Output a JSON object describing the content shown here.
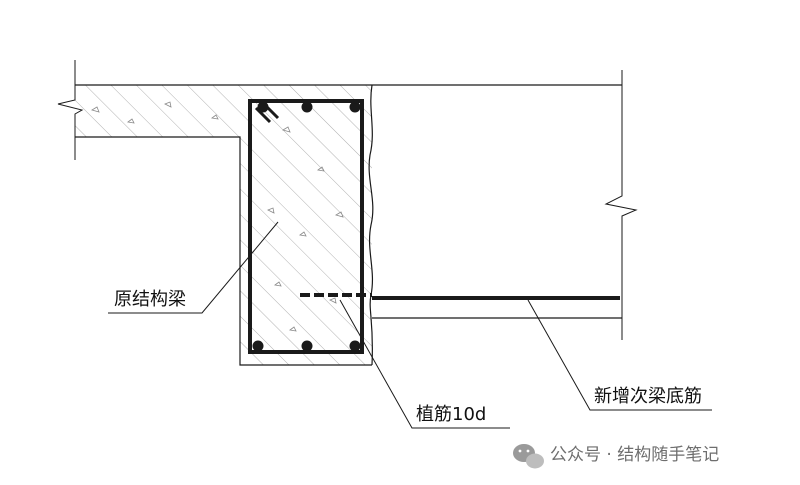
{
  "labels": {
    "original_beam": "原结构梁",
    "planted_bar": "植筋10d",
    "new_bottom_bar": "新增次梁底筋"
  },
  "watermark": {
    "prefix": "公众号 · ",
    "name": "结构随手笔记",
    "icon": "wechat-icon"
  },
  "colors": {
    "line": "#1a1a1a",
    "hatch": "#9a9a9a",
    "watermark": "#6e6e6e"
  }
}
